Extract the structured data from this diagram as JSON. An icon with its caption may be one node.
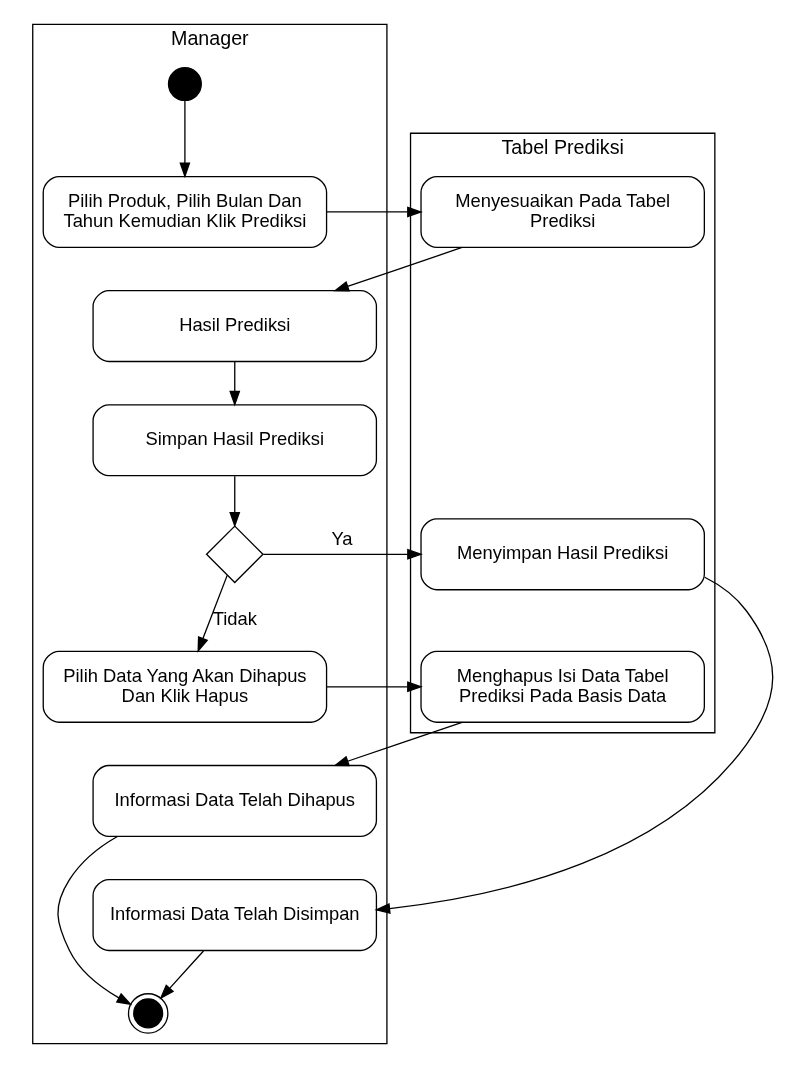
{
  "diagram": {
    "nodes": [
      {
        "text": [
          "Manager"
        ]
      },
      {
        "text": [
          "Tabel Prediksi"
        ]
      },
      {
        "text": [],
        "shape": "circle",
        "in": 0
      },
      {
        "text": [
          "Pilih Produk, Pilih Bulan Dan Tahun Kemudian Klik Prediksi"
        ],
        "in": 0
      },
      {
        "text": [
          "Menyesuaikan Pada Tabel Prediksi"
        ],
        "in": 1
      },
      {
        "text": [
          "Hasil Prediksi"
        ],
        "in": 0
      },
      {
        "text": [
          "Simpan Hasil Prediksi"
        ],
        "in": 0
      },
      {
        "text": [],
        "shape": "diamond",
        "in": 0
      },
      {
        "text": [
          "Menyimpan Hasil Prediksi"
        ],
        "in": 1
      },
      {
        "text": [
          "Pilih Data Yang Akan Dihapus Dan Klik Hapus"
        ],
        "in": 0
      },
      {
        "text": [
          "Menghapus Isi Data Tabel Prediksi Pada Basis Data"
        ],
        "in": 1
      },
      {
        "text": [
          "Informasi Data Telah Dihapus"
        ],
        "in": 0
      },
      {
        "text": [
          "Informasi Data Telah Disimpan"
        ],
        "in": 0
      },
      {
        "text": [],
        "shape": "circle",
        "in": 0
      }
    ],
    "edges": [
      {
        "from": 2,
        "to": 3,
        "arrow": "to"
      },
      {
        "from": 3,
        "to": 4,
        "arrow": "to"
      },
      {
        "from": 4,
        "to": 5,
        "arrow": "to"
      },
      {
        "from": 5,
        "to": 6,
        "arrow": "to"
      },
      {
        "from": 6,
        "to": 7,
        "arrow": "to"
      },
      {
        "from": 7,
        "to": 8,
        "arrow": "to",
        "label": "Ya"
      },
      {
        "from": 7,
        "to": 9,
        "arrow": "to",
        "label": "Tidak"
      },
      {
        "from": 8,
        "to": 12,
        "arrow": "to"
      },
      {
        "from": 9,
        "to": 10,
        "arrow": "to"
      },
      {
        "from": 10,
        "to": 11,
        "arrow": "to"
      },
      {
        "from": 11,
        "to": 13,
        "arrow": "to"
      },
      {
        "from": 12,
        "to": 13,
        "arrow": "to"
      }
    ]
  }
}
